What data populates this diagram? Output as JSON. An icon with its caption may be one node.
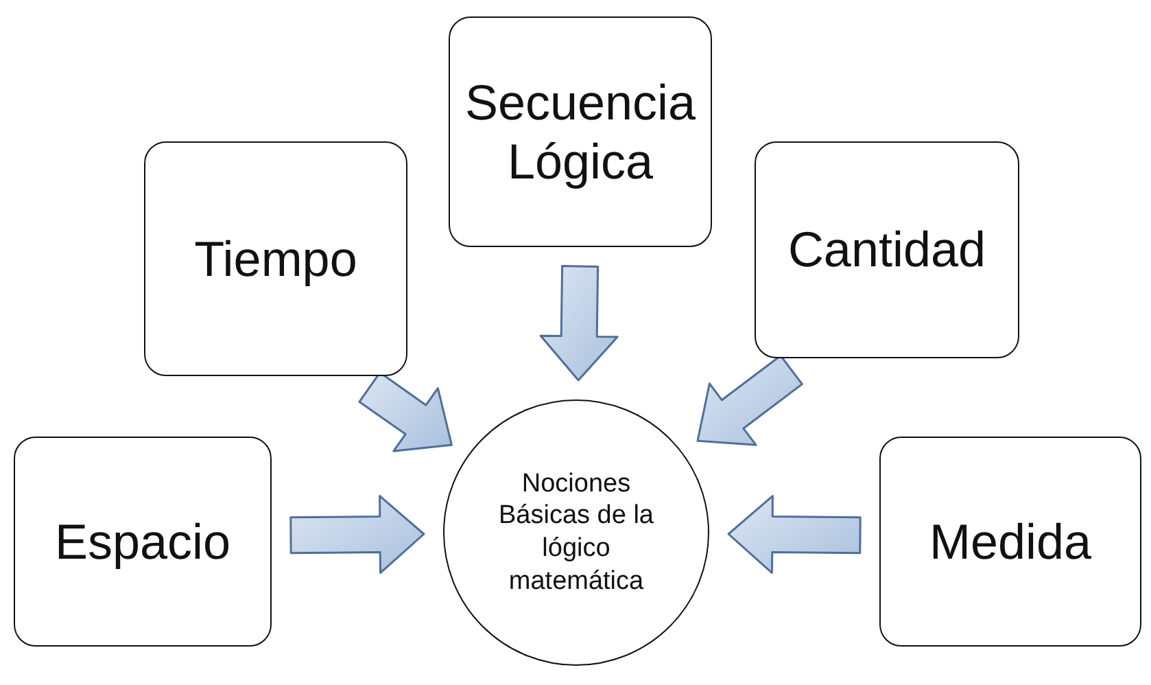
{
  "diagram": {
    "nodes": [
      {
        "text": [
          "Secuencia Lógica"
        ]
      },
      {
        "text": [
          "Tiempo"
        ]
      },
      {
        "text": [
          "Cantidad"
        ]
      },
      {
        "text": [
          "Espacio"
        ]
      },
      {
        "text": [
          "Nociones Básicas de la lógico matemática"
        ]
      },
      {
        "text": [
          "Medida"
        ]
      }
    ],
    "edges": [
      {
        "from": 0,
        "to": 4,
        "arrow": "to"
      },
      {
        "from": 1,
        "to": 4,
        "arrow": "to"
      },
      {
        "from": 2,
        "to": 4,
        "arrow": "to"
      },
      {
        "from": 3,
        "to": 4,
        "arrow": "to"
      },
      {
        "from": 5,
        "to": 4,
        "arrow": "to"
      }
    ]
  }
}
